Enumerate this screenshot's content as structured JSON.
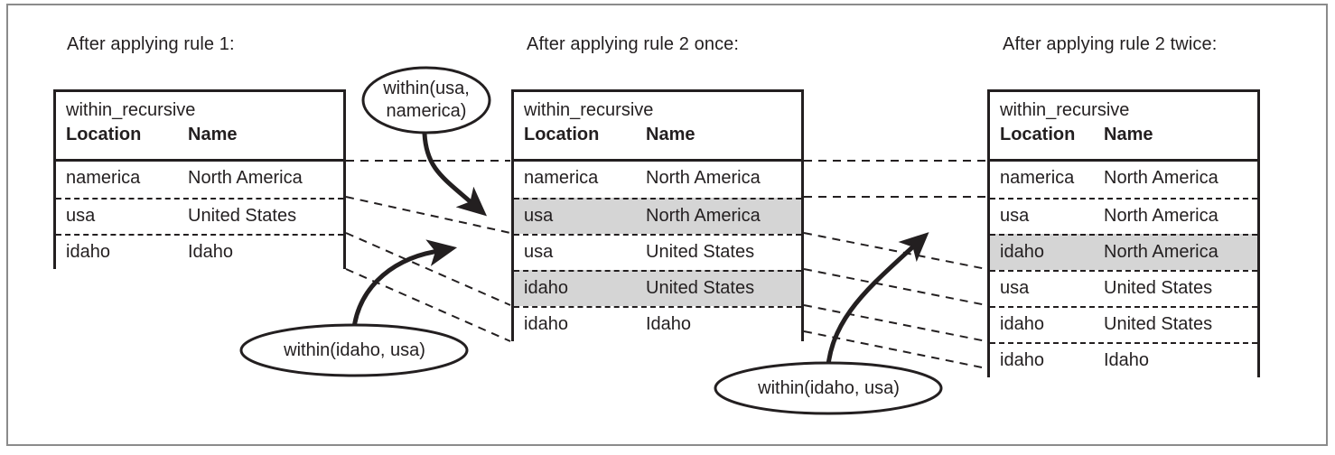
{
  "figure": {
    "title_fallback": "Recursive query evaluation of within_recursive"
  },
  "panels": [
    {
      "id": "panel-rule1",
      "title": "After applying rule 1:",
      "table": {
        "name": "within_recursive",
        "columns": [
          "Location",
          "Name"
        ],
        "rows": [
          {
            "location": "namerica",
            "name": "North America",
            "highlight": false
          },
          {
            "location": "usa",
            "name": "United States",
            "highlight": false
          },
          {
            "location": "idaho",
            "name": "Idaho",
            "highlight": false
          }
        ]
      }
    },
    {
      "id": "panel-rule2-once",
      "title": "After applying rule 2 once:",
      "table": {
        "name": "within_recursive",
        "columns": [
          "Location",
          "Name"
        ],
        "rows": [
          {
            "location": "namerica",
            "name": "North America",
            "highlight": false
          },
          {
            "location": "usa",
            "name": "North America",
            "highlight": true
          },
          {
            "location": "usa",
            "name": "United States",
            "highlight": false
          },
          {
            "location": "idaho",
            "name": "United States",
            "highlight": true
          },
          {
            "location": "idaho",
            "name": "Idaho",
            "highlight": false
          }
        ]
      }
    },
    {
      "id": "panel-rule2-twice",
      "title": "After applying rule 2 twice:",
      "table": {
        "name": "within_recursive",
        "columns": [
          "Location",
          "Name"
        ],
        "rows": [
          {
            "location": "namerica",
            "name": "North America",
            "highlight": false
          },
          {
            "location": "usa",
            "name": "North America",
            "highlight": false
          },
          {
            "location": "idaho",
            "name": "North America",
            "highlight": true
          },
          {
            "location": "usa",
            "name": "United States",
            "highlight": false
          },
          {
            "location": "idaho",
            "name": "United States",
            "highlight": false
          },
          {
            "location": "idaho",
            "name": "Idaho",
            "highlight": false
          }
        ]
      }
    }
  ],
  "callouts": [
    {
      "id": "callout-within-usa-namerica",
      "line1": "within(usa,",
      "line2": "namerica)"
    },
    {
      "id": "callout-within-idaho-usa-left",
      "line1": "within(idaho, usa)",
      "line2": ""
    },
    {
      "id": "callout-within-idaho-usa-right",
      "line1": "within(idaho, usa)",
      "line2": ""
    }
  ],
  "colors": {
    "ink": "#231f20",
    "highlight": "#d5d5d5",
    "frame": "#8b8b8b",
    "background": "#ffffff"
  }
}
